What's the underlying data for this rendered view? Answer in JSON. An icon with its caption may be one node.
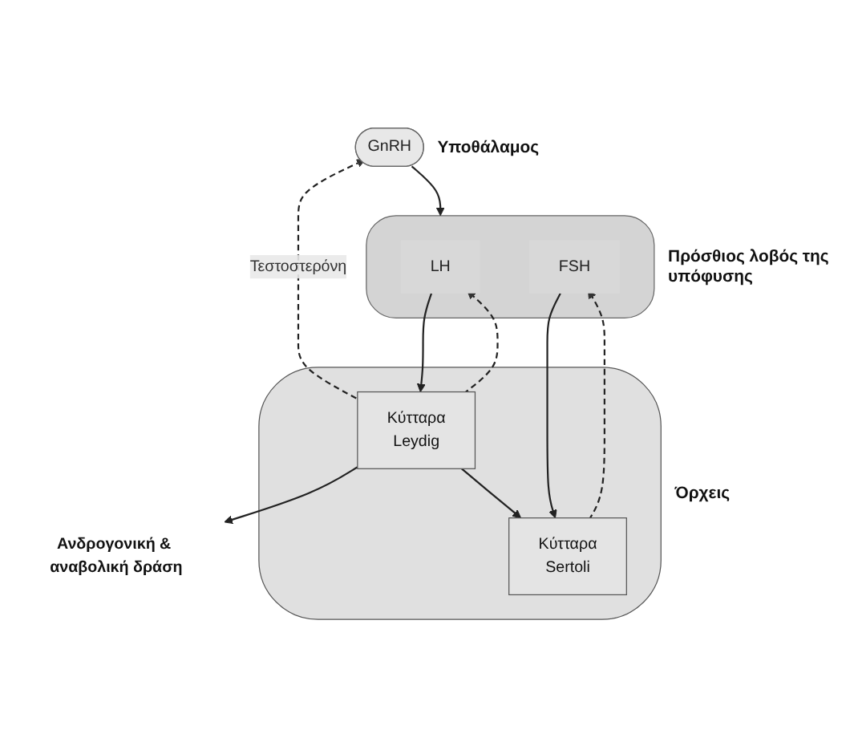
{
  "diagram": {
    "nodes": [
      {
        "text": [
          "GnRH"
        ],
        "beside": [
          "Υποθάλαμος"
        ]
      },
      {
        "text": [],
        "shape": "blob",
        "beside": [
          "Πρόσθιος λοβός της υπόφυσης"
        ]
      },
      {
        "text": [
          "LH"
        ],
        "in": 1
      },
      {
        "text": [
          "FSH"
        ],
        "in": 1
      },
      {
        "text": [],
        "shape": "ellipse",
        "beside": [
          "Όρχεις"
        ]
      },
      {
        "text": [
          "Κύτταρα",
          "Leydig"
        ],
        "in": 4
      },
      {
        "text": [
          "Κύτταρα",
          "Sertoli"
        ],
        "in": 4
      },
      {
        "text": [
          "Ανδρογονική & αναβολική δράση"
        ]
      }
    ],
    "edges": [
      {
        "from": 0,
        "to": 1,
        "arrow": "to"
      },
      {
        "from": 2,
        "to": 5,
        "arrow": "to"
      },
      {
        "from": 3,
        "to": 6,
        "arrow": "to"
      },
      {
        "from": 5,
        "to": 0,
        "arrow": "to",
        "style": "dashed",
        "label": "Τεστοστερόνη"
      },
      {
        "from": 5,
        "to": 2,
        "arrow": "to",
        "style": "dashed"
      },
      {
        "from": 6,
        "to": 3,
        "arrow": "to",
        "style": "dashed"
      },
      {
        "from": 5,
        "to": 7,
        "arrow": "to"
      },
      {
        "from": 5,
        "to": 6,
        "arrow": "to"
      }
    ]
  }
}
